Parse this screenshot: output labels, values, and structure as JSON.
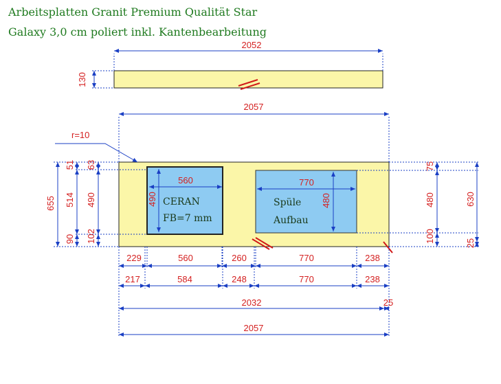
{
  "header": {
    "line1": "Arbeitsplatten Granit Premium Qualität Star",
    "line2": "Galaxy 3,0 cm poliert inkl. Kantenbearbeitung"
  },
  "colors": {
    "worktop": "#fbf6a8",
    "cutout": "#8ecbf2",
    "dimension_line": "#1a3fc4",
    "dimension_text": "#d42020",
    "title": "#1f7a1f",
    "cut_mark": "#d01818"
  },
  "strip": {
    "width": "2052",
    "height": "130"
  },
  "main": {
    "width": "2057"
  },
  "corner_radius": "r=10",
  "cooktop": {
    "label1": "CERAN",
    "label2": "FB=7  mm",
    "width": "560",
    "height": "490"
  },
  "sink": {
    "label1": "Spüle",
    "label2": "Aufbau",
    "width": "770",
    "height": "480"
  },
  "left_dims": {
    "total": "655",
    "top": "51",
    "mid": "514",
    "bottom": "90",
    "cut_top": "63",
    "cut_h": "490",
    "cut_bottom": "102"
  },
  "right_dims": {
    "top": "75",
    "mid": "480",
    "bottom": "100",
    "total": "630",
    "edge": "25"
  },
  "row1": [
    "229",
    "560",
    "260",
    "770",
    "238"
  ],
  "row2": [
    "217",
    "584",
    "248",
    "770",
    "238"
  ],
  "row3": {
    "width": "2032",
    "edge": "25"
  },
  "row4": {
    "width": "2057"
  }
}
